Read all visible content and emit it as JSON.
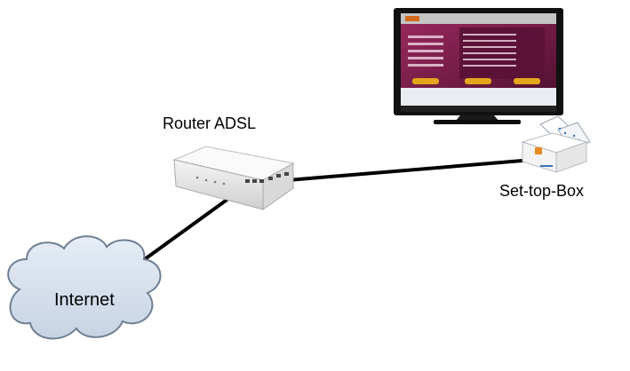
{
  "nodes": {
    "router": {
      "label": "Router ADSL",
      "icon": "adsl-router-icon"
    },
    "settop": {
      "label": "Set-top-Box",
      "icon": "set-top-box-icon"
    },
    "internet": {
      "label": "Internet",
      "icon": "cloud-icon"
    },
    "tv": {
      "icon": "tv-icon"
    }
  },
  "colors": {
    "cloud_fill": "#d7e1ee",
    "cloud_stroke": "#6f7f93",
    "cable": "#000000",
    "tv_screen": "#7a1f4a",
    "tv_bezel": "#111111"
  }
}
